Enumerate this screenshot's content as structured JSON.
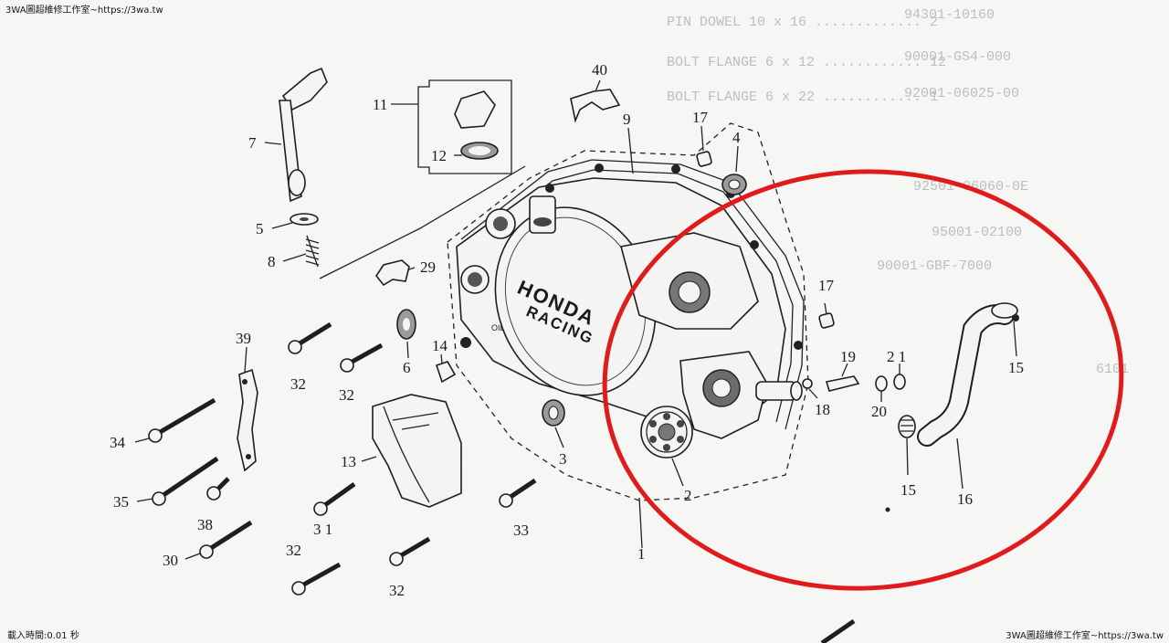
{
  "watermark_top": "3WA圖超維修工作室~https://3wa.tw",
  "watermark_bottom": "3WA圖超維修工作室~https://3wa.tw",
  "load_time": "載入時間:0.01 秒",
  "cover_logo_line1": "HONDA",
  "cover_logo_line2": "RACING",
  "oil_label": "OIL",
  "background_text": [
    "PIN DOWEL 10 x 16 ............. 2",
    "BOLT FLANGE 6 x 12 ............ 12",
    "BOLT FLANGE 6 x 22 ............ 1",
    "94301-10160",
    "90001-GS4-000",
    "92001-06025-00",
    "92501-06060-0E",
    "95001-02100",
    "90001-GBF-7000",
    "6101"
  ],
  "callouts": {
    "c1": "1",
    "c2": "2",
    "c3": "3",
    "c4": "4",
    "c5": "5",
    "c6": "6",
    "c7": "7",
    "c8": "8",
    "c9": "9",
    "c11": "11",
    "c12": "12",
    "c13": "13",
    "c14": "14",
    "c15a": "15",
    "c15b": "15",
    "c16": "16",
    "c17a": "17",
    "c17b": "17",
    "c18": "18",
    "c19": "19",
    "c20": "20",
    "c21": "2 1",
    "c29": "29",
    "c30": "30",
    "c31": "3 1",
    "c32a": "32",
    "c32b": "32",
    "c32c": "32",
    "c32d": "32",
    "c33": "33",
    "c34": "34",
    "c35": "35",
    "c38": "38",
    "c39": "39",
    "c40": "40"
  },
  "colors": {
    "highlight_ring": "#e01b1b",
    "ink": "#1e1e1e",
    "paper": "#f6f6f4"
  }
}
